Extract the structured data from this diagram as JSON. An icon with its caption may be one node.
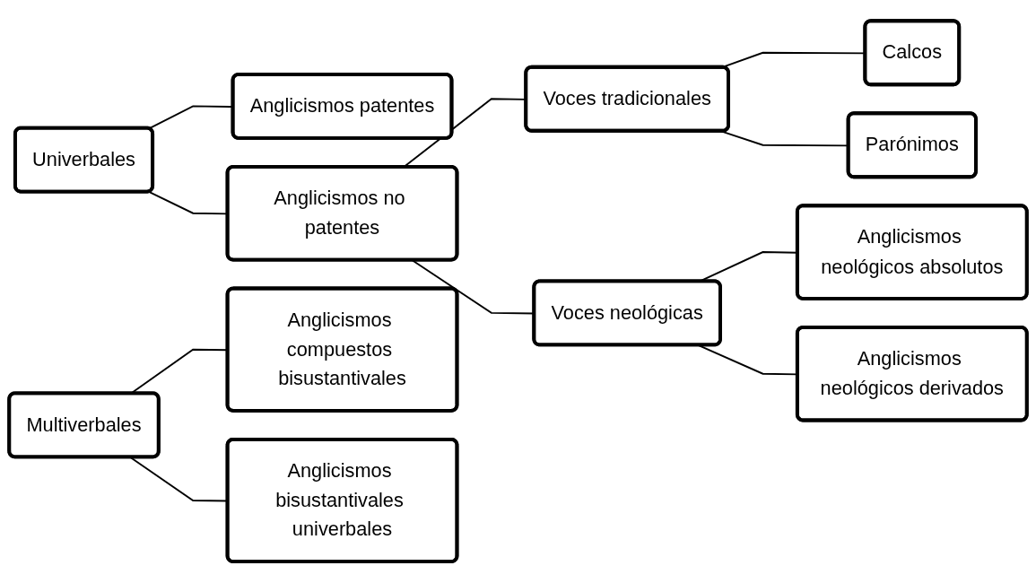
{
  "diagram": {
    "nodes": [
      {
        "text": [
          "Univerbales"
        ]
      },
      {
        "text": [
          "Anglicismos patentes"
        ]
      },
      {
        "text": [
          "Anglicismos no patentes"
        ]
      },
      {
        "text": [
          "Voces tradicionales"
        ]
      },
      {
        "text": [
          "Calcos"
        ]
      },
      {
        "text": [
          "Parónimos"
        ]
      },
      {
        "text": [
          "Voces neológicas"
        ]
      },
      {
        "text": [
          "Anglicismos neológicos absolutos"
        ]
      },
      {
        "text": [
          "Anglicismos neológicos derivados"
        ]
      },
      {
        "text": [
          "Multiverbales"
        ]
      },
      {
        "text": [
          "Anglicismos compuestos bisustantivales"
        ]
      },
      {
        "text": [
          "Anglicismos bisustantivales univerbales"
        ]
      }
    ],
    "edges": [
      {
        "from": 0,
        "to": 1,
        "arrow": "none"
      },
      {
        "from": 0,
        "to": 2,
        "arrow": "none"
      },
      {
        "from": 2,
        "to": 3,
        "arrow": "none"
      },
      {
        "from": 2,
        "to": 6,
        "arrow": "none"
      },
      {
        "from": 3,
        "to": 4,
        "arrow": "none"
      },
      {
        "from": 3,
        "to": 5,
        "arrow": "none"
      },
      {
        "from": 6,
        "to": 7,
        "arrow": "none"
      },
      {
        "from": 6,
        "to": 8,
        "arrow": "none"
      },
      {
        "from": 9,
        "to": 10,
        "arrow": "none"
      },
      {
        "from": 9,
        "to": 11,
        "arrow": "none"
      }
    ]
  }
}
